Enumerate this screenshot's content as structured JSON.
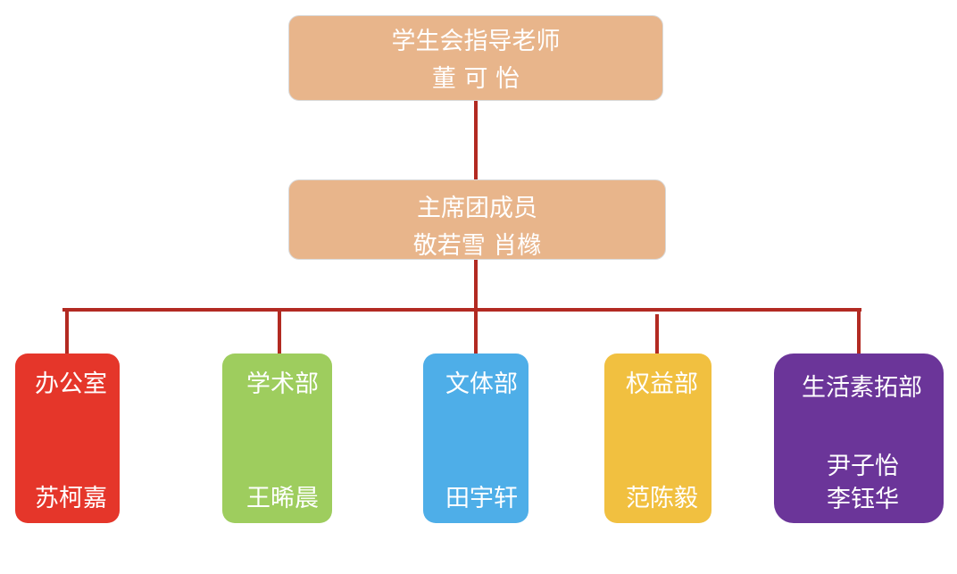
{
  "top": {
    "title": "学生会指导老师",
    "name": "董 可 怡"
  },
  "middle": {
    "title": "主席团成员",
    "names": "敬若雪  肖橼"
  },
  "departments": [
    {
      "title": "办公室",
      "members": [
        "苏柯嘉"
      ],
      "color": "#e5362a"
    },
    {
      "title": "学术部",
      "members": [
        "王晞晨"
      ],
      "color": "#9ecd5e"
    },
    {
      "title": "文体部",
      "members": [
        "田宇轩"
      ],
      "color": "#4eaee8"
    },
    {
      "title": "权益部",
      "members": [
        "范陈毅"
      ],
      "color": "#f1c040"
    },
    {
      "title": "生活素拓部",
      "members": [
        "尹子怡",
        "李钰华"
      ],
      "color": "#6b3599"
    }
  ],
  "colors": {
    "connector": "#b22a22",
    "header_box": "#e8b58b"
  }
}
